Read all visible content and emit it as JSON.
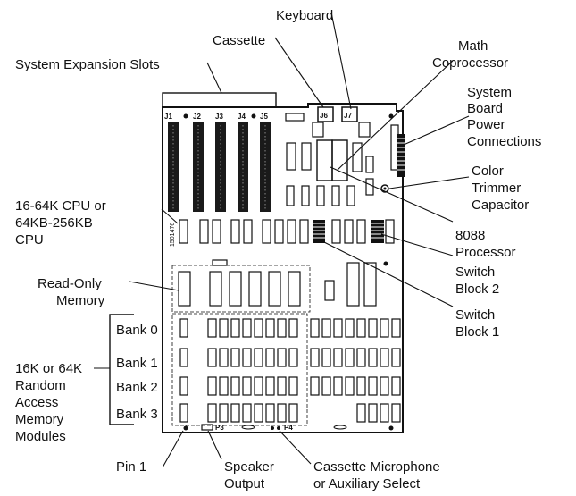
{
  "labels": {
    "keyboard": "Keyboard",
    "cassette": "Cassette",
    "math_coprocessor": [
      "Math",
      "Coprocessor"
    ],
    "system_expansion_slots": "System Expansion Slots",
    "system_board_power": [
      "System",
      "Board",
      "Power",
      "Connections"
    ],
    "color_trimmer": [
      "Color",
      "Trimmer",
      "Capacitor"
    ],
    "cpu": [
      "16-64K CPU or",
      "64KB-256KB",
      "CPU"
    ],
    "processor_8088": [
      "8088",
      "Processor"
    ],
    "switch_block_2": [
      "Switch",
      "Block 2"
    ],
    "read_only_memory": [
      "Read-Only",
      "Memory"
    ],
    "switch_block_1": [
      "Switch",
      "Block 1"
    ],
    "banks": [
      "Bank 0",
      "Bank 1",
      "Bank 2",
      "Bank 3"
    ],
    "ram_modules": [
      "16K or 64K",
      "Random",
      "Access",
      "Memory",
      "Modules"
    ],
    "pin_1": "Pin 1",
    "speaker_output": [
      "Speaker",
      "Output"
    ],
    "cassette_microphone": [
      "Cassette Microphone",
      "or Auxiliary Select"
    ]
  },
  "board_marks": {
    "slots": [
      "J1",
      "J2",
      "J3",
      "J4",
      "J5"
    ],
    "jack_cassette": "J6",
    "jack_keyboard": "J7",
    "p3": "P3",
    "p4": "P4"
  }
}
